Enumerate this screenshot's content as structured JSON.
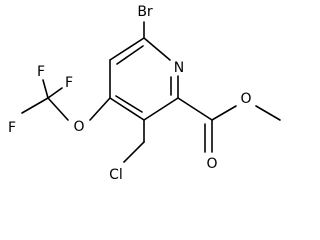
{
  "molecule": {
    "atoms": {
      "bromine": "Br",
      "ring_nitrogen": "N",
      "ether_oxygen": "O",
      "fluorine_top_left": "F",
      "fluorine_top_right": "F",
      "fluorine_left": "F",
      "chlorine": "Cl",
      "carbonyl_oxygen": "O",
      "ester_oxygen": "O"
    }
  }
}
